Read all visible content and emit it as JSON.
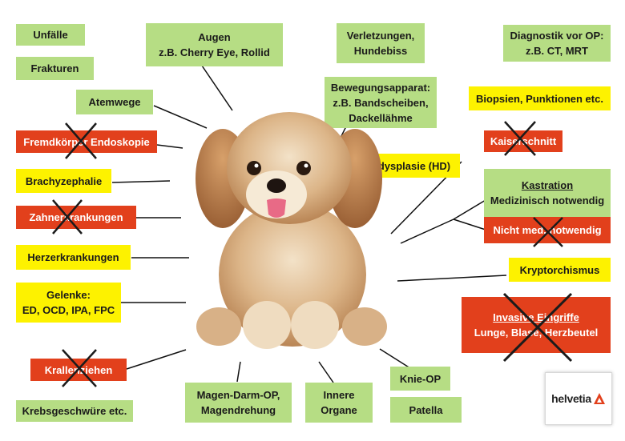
{
  "boxes": {
    "unfaelle": "Unfälle",
    "frakturen": "Frakturen",
    "atemwege": "Atemwege",
    "fremdkoerper": "Fremdkörper Endoskopie",
    "brachy": "Brachyzephalie",
    "zahn": "Zahnerkrankungen",
    "herz": "Herzerkrankungen",
    "gelenke_1": "Gelenke:",
    "gelenke_2": "ED, OCD, IPA, FPC",
    "krallen": "Krallenziehen",
    "krebs": "Krebsgeschwüre etc.",
    "augen_1": "Augen",
    "augen_2": "z.B. Cherry Eye, Rollid",
    "magen_1": "Magen-Darm-OP,",
    "magen_2": "Magendrehung",
    "innere_1": "Innere",
    "innere_2": "Organe",
    "verletzungen_1": "Verletzungen,",
    "verletzungen_2": "Hundebiss",
    "bewegung_1": "Bewegungsapparat:",
    "bewegung_2": "z.B. Bandscheiben,",
    "bewegung_3": "Dackellähme",
    "hueft": "Hüftdysplasie (HD)",
    "knie": "Knie-OP",
    "patella": "Patella",
    "diag_1": "Diagnostik vor OP:",
    "diag_2": "z.B. CT, MRT",
    "biopsien": "Biopsien, Punktionen etc.",
    "kaiser": "Kaiserschnitt",
    "kastration_1": "Kastration",
    "kastration_2": "Medizinisch notwendig",
    "nicht_med": "Nicht med. notwendig",
    "krypt": "Kryptorchismus",
    "invasiv_1": "Invasive Eingriffe",
    "invasiv_2": "Lunge, Blase, Herzbeutel"
  },
  "logo": {
    "text": "helvetia"
  },
  "colors": {
    "covered": "#b6dd84",
    "partial": "#fdf200",
    "excluded": "#e2401c",
    "logo_accent": "#e2401c"
  }
}
